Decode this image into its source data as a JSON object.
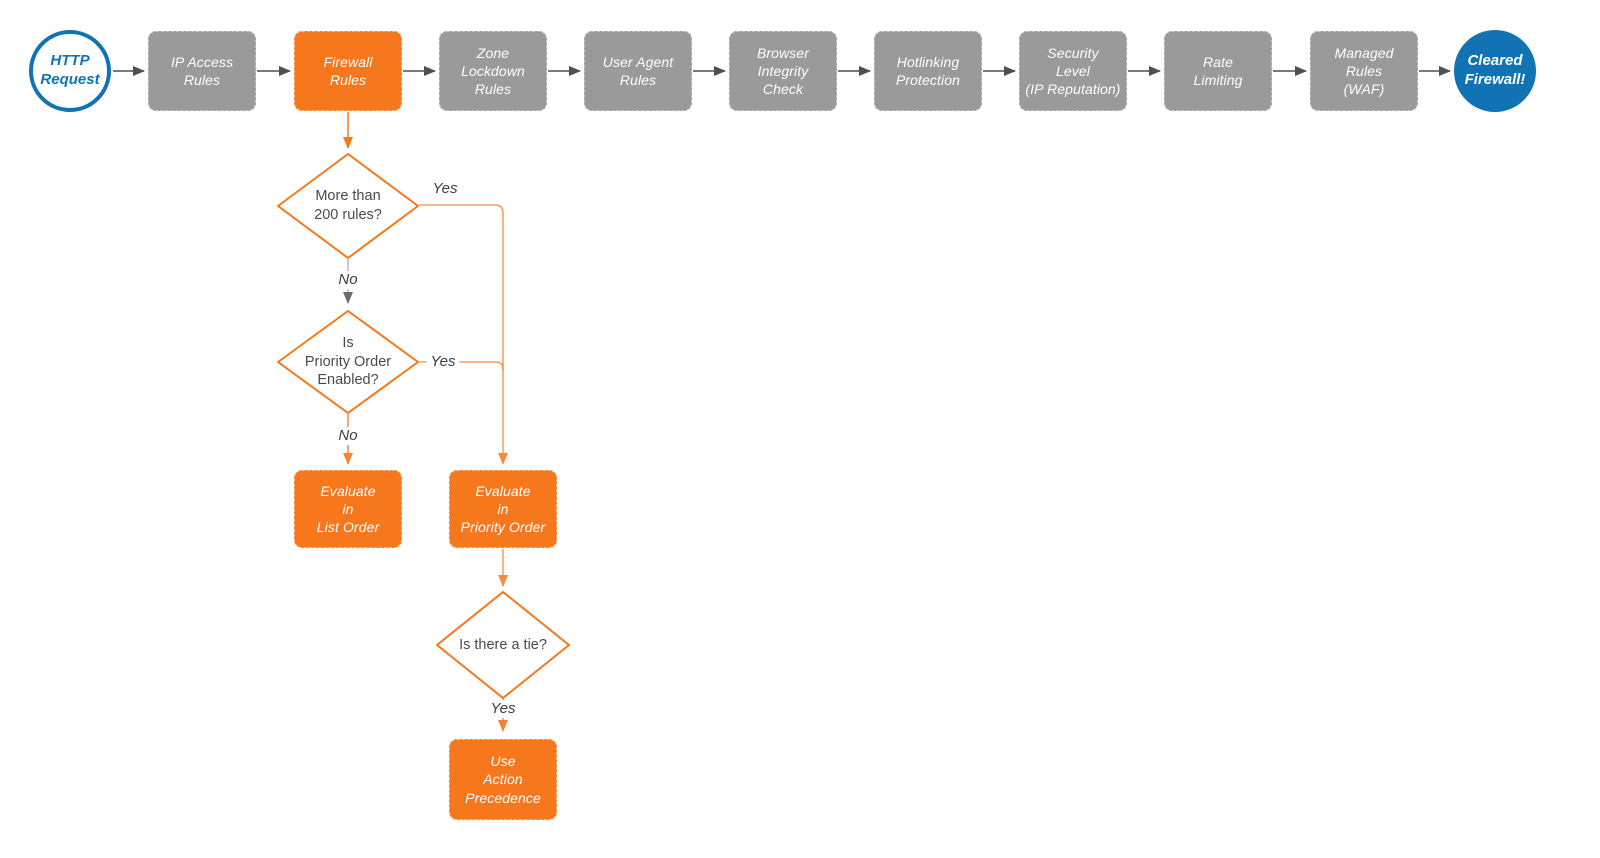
{
  "pipeline": {
    "start_label": "HTTP\nRequest",
    "end_label": "Cleared\nFirewall!",
    "stages": [
      {
        "label": "IP Access\nRules",
        "highlighted": false
      },
      {
        "label": "Firewall\nRules",
        "highlighted": true
      },
      {
        "label": "Zone\nLockdown\nRules",
        "highlighted": false
      },
      {
        "label": "User Agent\nRules",
        "highlighted": false
      },
      {
        "label": "Browser\nIntegrity\nCheck",
        "highlighted": false
      },
      {
        "label": "Hotlinking\nProtection",
        "highlighted": false
      },
      {
        "label": "Security\nLevel\n(IP Reputation)",
        "highlighted": false
      },
      {
        "label": "Rate\nLimiting",
        "highlighted": false
      },
      {
        "label": "Managed\nRules\n(WAF)",
        "highlighted": false
      }
    ]
  },
  "decision_tree": {
    "d1_question": "More than\n200 rules?",
    "d1_yes": "Yes",
    "d1_no": "No",
    "d2_question": "Is\nPriority Order\nEnabled?",
    "d2_yes": "Yes",
    "d2_no": "No",
    "d3_question": "Is there a tie?",
    "d3_yes": "Yes",
    "evaluate_list_label": "Evaluate\nin\nList Order",
    "evaluate_priority_label": "Evaluate\nin\nPriority Order",
    "action_precedence_label": "Use\nAction\nPrecedence"
  },
  "colors": {
    "orange": "#F6771C",
    "blue": "#1173B4",
    "gray_node": "#9A9A9A",
    "arrow_dark": "#4F4F4F",
    "text_dark": "#434343"
  }
}
